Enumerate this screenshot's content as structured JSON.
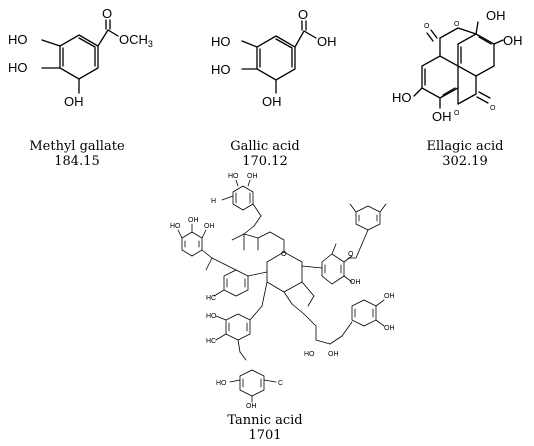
{
  "compounds": [
    {
      "id": "methyl-gallate",
      "name": "Methyl gallate",
      "mw": "184.15",
      "labels": {
        "ho_top": "HO",
        "ho_mid": "HO",
        "oh_bot": "OH",
        "o": "O",
        "och3": "OCH",
        "sub3": "3"
      }
    },
    {
      "id": "gallic-acid",
      "name": "Gallic acid",
      "mw": "170.12",
      "labels": {
        "ho_top": "HO",
        "ho_mid": "HO",
        "oh_bot": "OH",
        "o": "O",
        "oh_acid": "OH"
      }
    },
    {
      "id": "ellagic-acid",
      "name": "Ellagic acid",
      "mw": "302.19",
      "labels": {
        "oh_tr": "OH",
        "oh_r": "OH",
        "ho_l": "HO",
        "oh_b": "OH",
        "o1": "O",
        "o2": "O",
        "o3": "O",
        "o4": "O"
      }
    },
    {
      "id": "tannic-acid",
      "name": "Tannic acid",
      "mw": "1701",
      "labels": {
        "ho": "HO",
        "oh": "OH",
        "h": "H",
        "o": "O",
        "hc": "HC",
        "c": "C"
      }
    }
  ]
}
